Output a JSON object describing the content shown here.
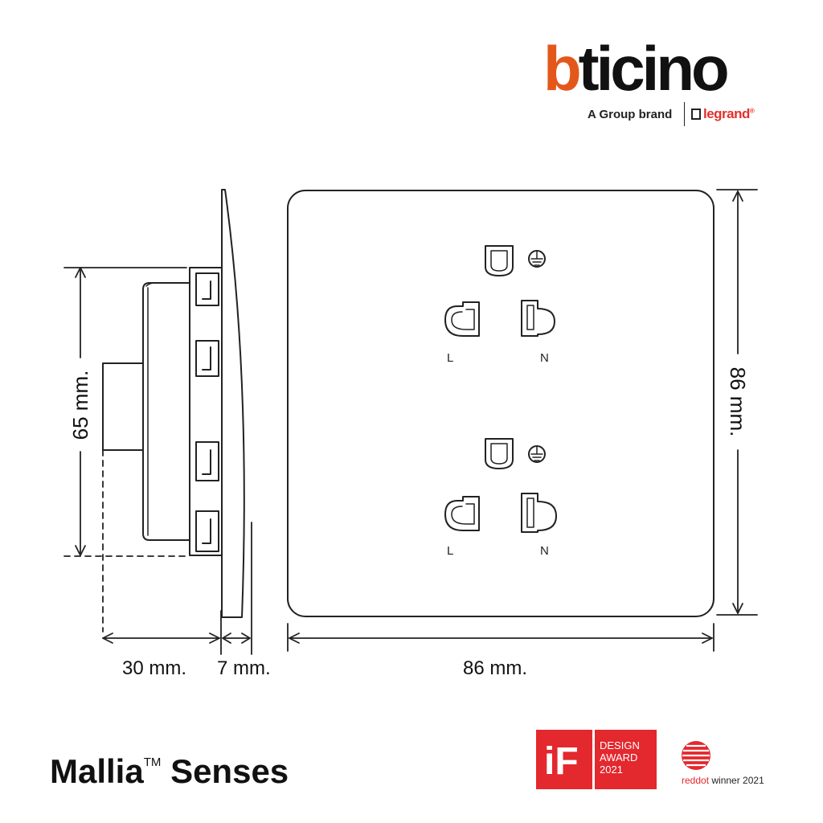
{
  "brand": {
    "logo_text": "bticino",
    "tagline": "A Group brand",
    "partner_logo": "legrand",
    "colors": {
      "accent": "#e4571b",
      "dark": "#111111",
      "legrand_red": "#e4302b"
    }
  },
  "dimensions": {
    "height_side": "65 mm.",
    "depth_back": "30 mm.",
    "depth_front": "7 mm.",
    "width": "86 mm.",
    "height_front": "86 mm."
  },
  "socket_labels": {
    "live": "L",
    "neutral": "N"
  },
  "product": {
    "name": "Mallia",
    "trademark": "TM",
    "suffix": "Senses"
  },
  "awards": {
    "if_letters": "iF",
    "if_line1": "DESIGN",
    "if_line2": "AWARD",
    "if_year": "2021",
    "reddot_red": "reddot",
    "reddot_rest": " winner 2021",
    "red": "#e3282e"
  },
  "icons": [
    "earth-ground-icon",
    "reddot-icon",
    "legrand-mark-icon"
  ]
}
